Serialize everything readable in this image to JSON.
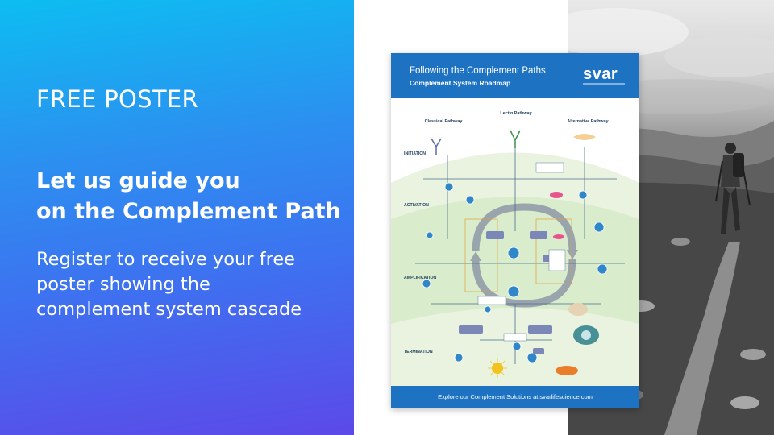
{
  "promo": {
    "eyebrow": "FREE POSTER",
    "headline_lines": [
      "Let us guide you",
      "on the Complement Path"
    ],
    "body_lines": [
      "Register to receive your free",
      "poster showing the",
      "complement system cascade"
    ]
  },
  "poster": {
    "title": "Following the Complement Paths",
    "subtitle": "Complement System Roadmap",
    "logo": "svar",
    "pathways": [
      "Classical Pathway",
      "Lectin Pathway",
      "Alternative Pathway"
    ],
    "stages": [
      "INITIATION",
      "ACTIVATION",
      "AMPLIFICATION",
      "TERMINATION"
    ],
    "footer": "Explore our Complement Solutions at svarlifescience.com"
  },
  "colors": {
    "panel_gradient_top": "#0dbdf1",
    "panel_gradient_bottom": "#5c49e8",
    "poster_blue": "#1d72c2",
    "diagram_green": "#d9eccb"
  },
  "photo": {
    "subject": "grayscale-hiker-on-mountain-trail"
  }
}
